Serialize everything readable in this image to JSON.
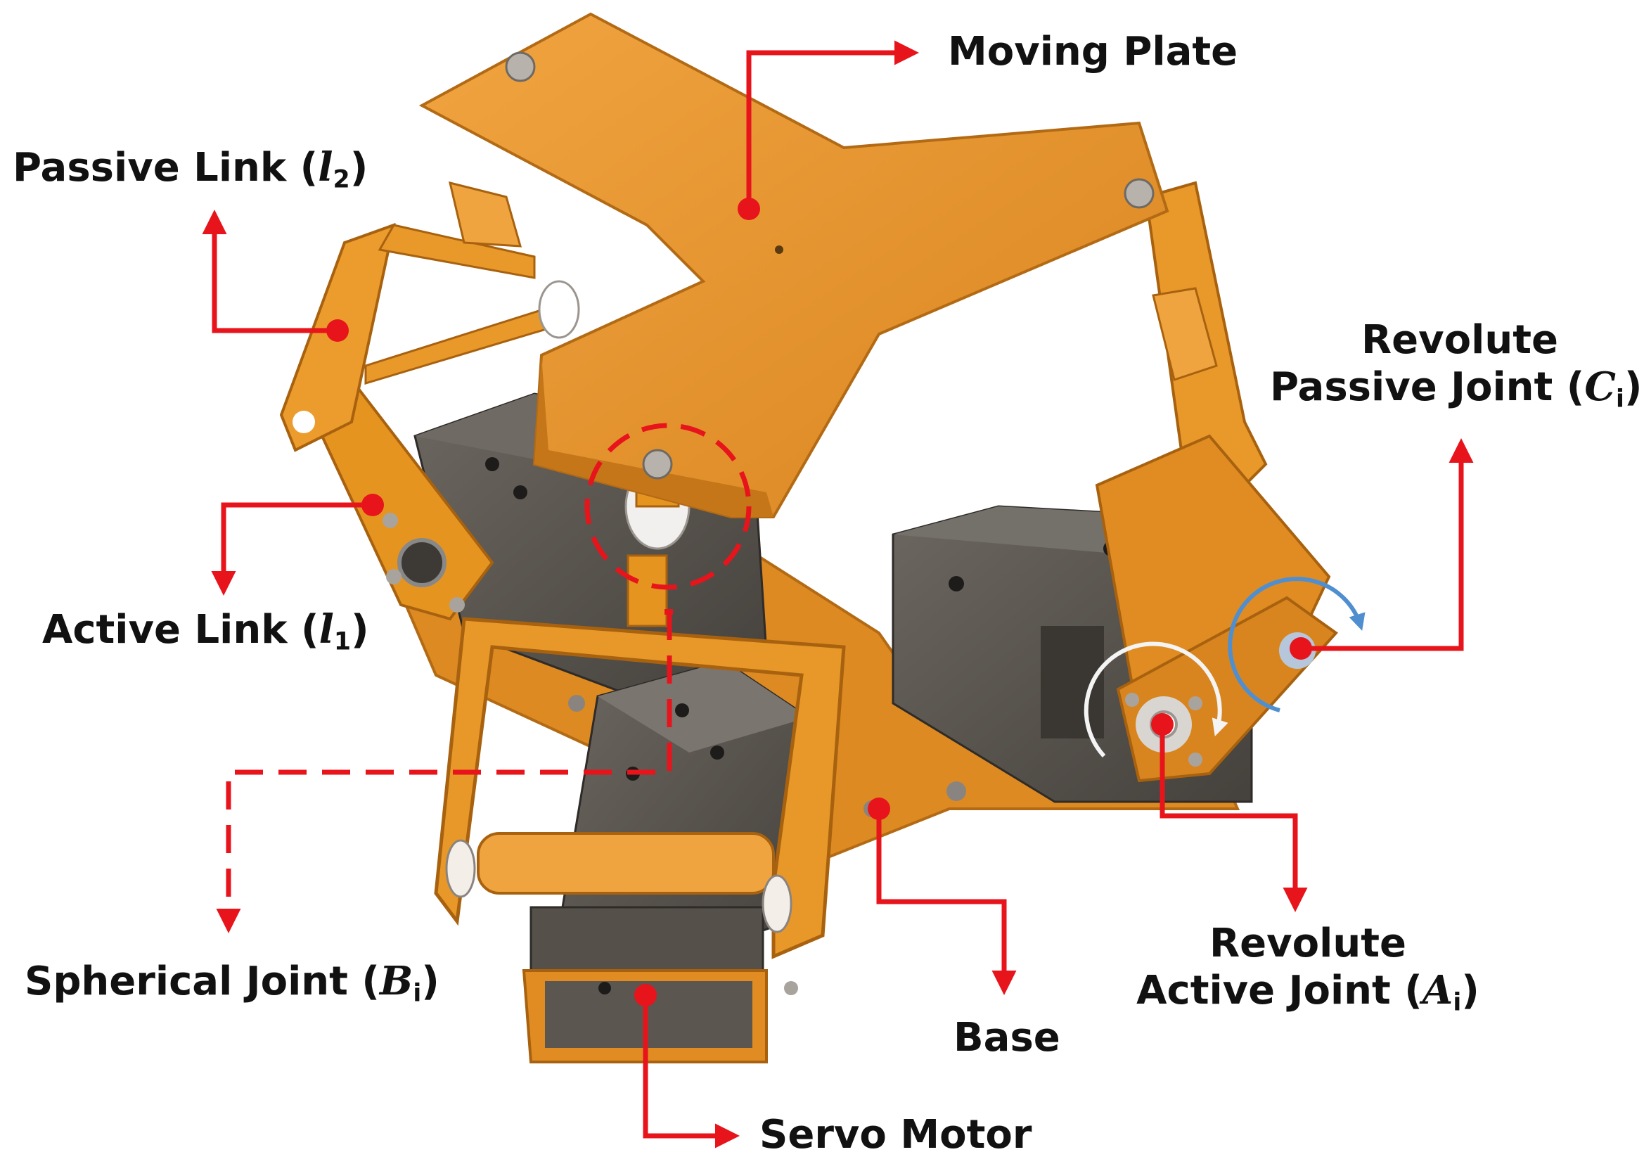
{
  "labels": {
    "moving_plate": "Moving Plate",
    "passive_link": {
      "text": "Passive Link (",
      "symbol": "l",
      "subscript": "2",
      "close": ")"
    },
    "active_link": {
      "text": "Active Link (",
      "symbol": "l",
      "subscript": "1",
      "close": ")"
    },
    "revolute_passive": {
      "line1": "Revolute",
      "line2": "Passive Joint (",
      "symbol": "C",
      "subscript": "i",
      "close": ")"
    },
    "revolute_active": {
      "line1": "Revolute",
      "line2": "Active Joint (",
      "symbol": "A",
      "subscript": "i",
      "close": ")"
    },
    "spherical_joint": {
      "text": "Spherical Joint (",
      "symbol": "B",
      "subscript": "i",
      "close": ")"
    },
    "base": "Base",
    "servo_motor": "Servo Motor"
  },
  "colors": {
    "leader": "#e8141c",
    "orange": "#e69420",
    "orange_dark": "#c1731a",
    "orange_light": "#f2aa45",
    "servo": "#5b5650",
    "servo_dark": "#3d3935",
    "rotation_arrow_blue": "#4f8fd0",
    "rotation_arrow_white": "#f4f4f4"
  }
}
